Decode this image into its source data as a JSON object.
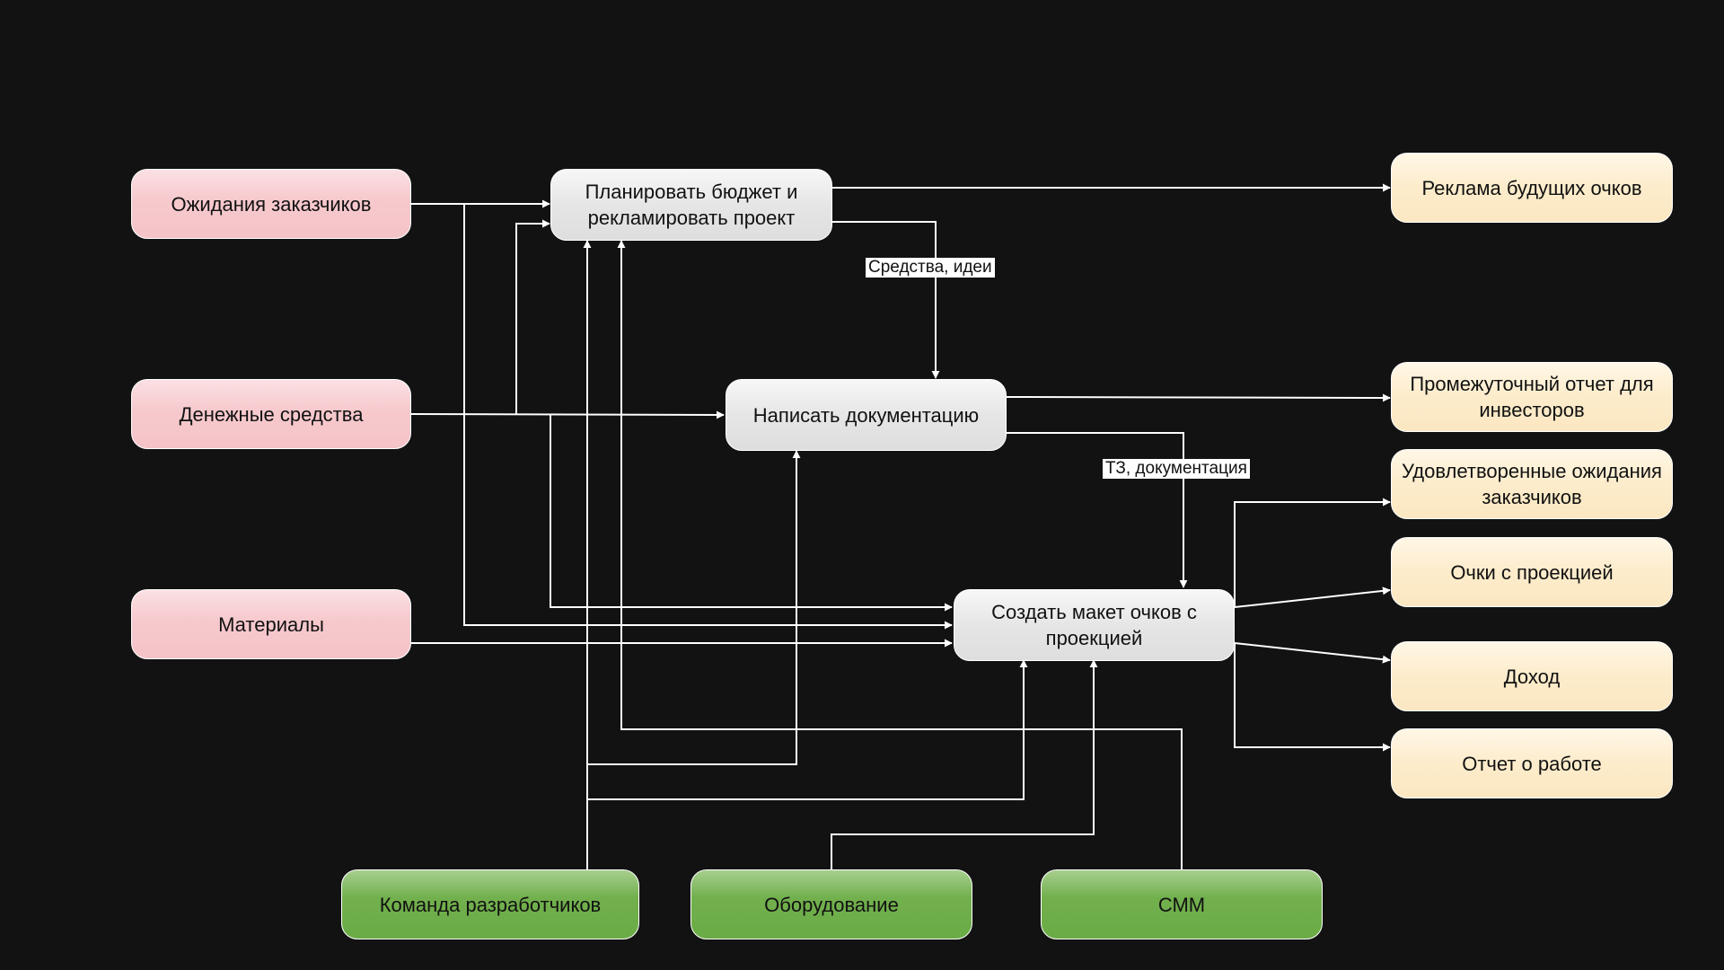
{
  "inputs": [
    {
      "label": "Ожидания заказчиков"
    },
    {
      "label": "Денежные средства"
    },
    {
      "label": "Материалы"
    }
  ],
  "processes": [
    {
      "label": "Планировать бюджет и рекламировать проект"
    },
    {
      "label": "Написать документацию"
    },
    {
      "label": "Создать макет очков с проекцией"
    }
  ],
  "outputs": [
    {
      "label": "Реклама будущих очков"
    },
    {
      "label": "Промежуточный отчет для инвесторов"
    },
    {
      "label": "Удовлетворенные ожидания заказчиков"
    },
    {
      "label": "Очки с проекцией"
    },
    {
      "label": "Доход"
    },
    {
      "label": "Отчет о работе"
    }
  ],
  "mechanisms": [
    {
      "label": "Команда разработчиков"
    },
    {
      "label": "Оборудование"
    },
    {
      "label": "СММ"
    }
  ],
  "edge_labels": {
    "funds_ideas": "Средства, идеи",
    "spec_docs": "ТЗ, документация"
  },
  "colors": {
    "background": "#121212",
    "input_fill": "#f6c9cd",
    "process_fill": "#e6e6e6",
    "output_fill": "#fdeccb",
    "mechanism_fill": "#6aab45",
    "connector": "#ffffff"
  }
}
